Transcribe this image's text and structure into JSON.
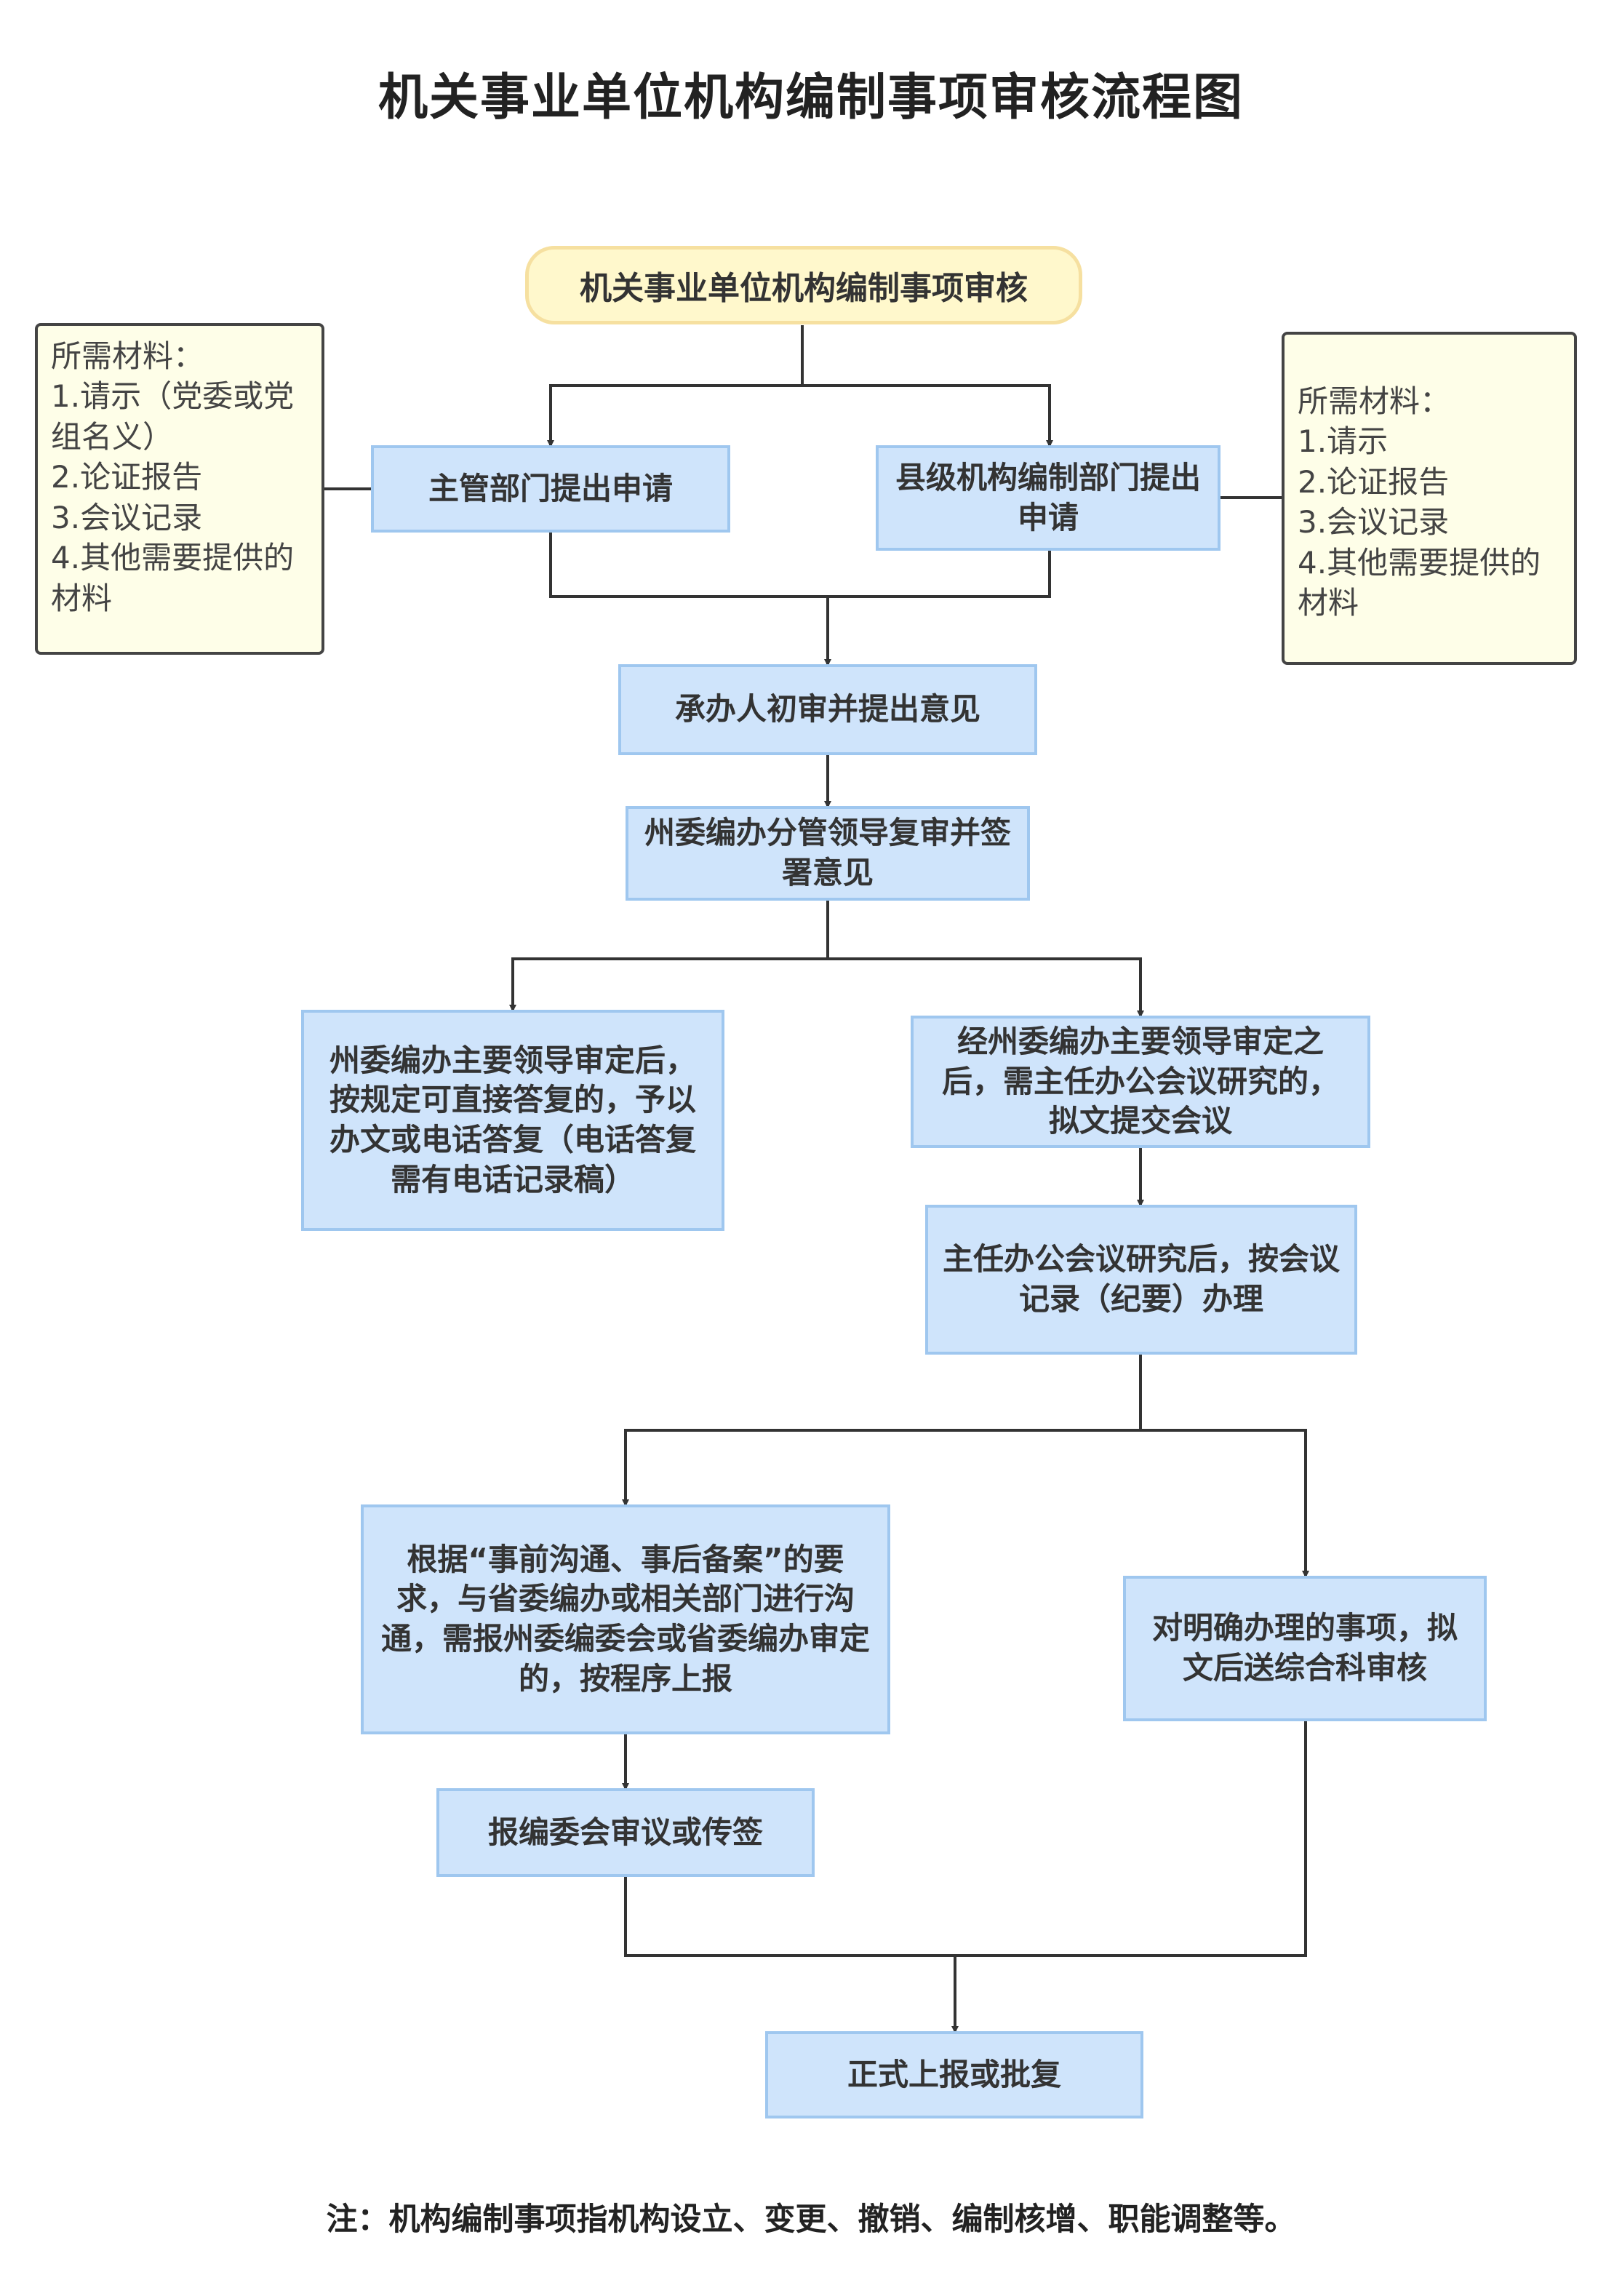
{
  "title": "机关事业单位机构编制事项审核流程图",
  "start": "机关事业单位机构编制事项审核",
  "nodes": {
    "dept_apply": "主管部门提出申请",
    "county_apply": "县级机构编制部门提出申请",
    "first_review": "承办人初审并提出意见",
    "leader_review": "州委编办分管领导复审并签署意见",
    "direct_reply": "州委编办主要领导审定后，按规定可直接答复的，予以办文或电话答复（电话答复需有电话记录稿）",
    "meeting_submit": "经州委编办主要领导审定之后，需主任办公会议研究的，拟文提交会议",
    "meeting_handle": "主任办公会议研究后，按会议记录（纪要）办理",
    "report_higher": "根据“事前沟通、事后备案”的要求，与省委编办或相关部门进行沟通，需报州委编委会或省委编办审定的，按程序上报",
    "clear_items": "对明确办理的事项，拟文后送综合科审核",
    "committee_review": "报编委会审议或传签",
    "final": "正式上报或批复"
  },
  "materials_left": {
    "heading": "所需材料：",
    "items": [
      "1.请示（党委或党组名义）",
      "2.论证报告",
      "3.会议记录",
      "4.其他需要提供的材料"
    ]
  },
  "materials_right": {
    "heading": "所需材料：",
    "items": [
      "1.请示",
      "2.论证报告",
      "3.会议记录",
      "4.其他需要提供的材料"
    ]
  },
  "footer": "注：机构编制事项指机构设立、变更、撤销、编制核增、职能调整等。",
  "colors": {
    "box_fill": "#cfe4fb",
    "box_border": "#9fc7ef",
    "start_fill": "#fff8cc",
    "note_fill": "#fefee8",
    "line": "#333333"
  }
}
